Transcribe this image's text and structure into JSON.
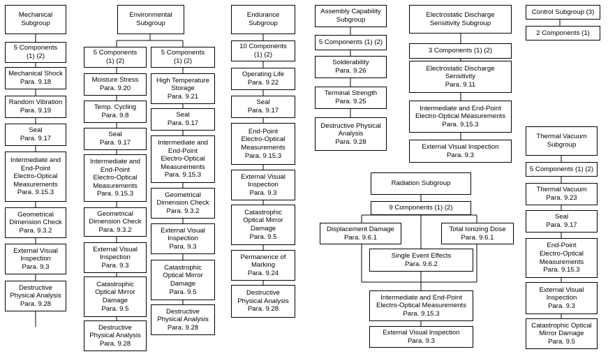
{
  "mechanical": {
    "header": "Mechanical\nSubgroup",
    "components": "5 Components\n(1) (2)",
    "tests": [
      "Mechanical Shock\nPara. 9.18",
      "Random Vibration\nPara. 9.19",
      "Seal\nPara. 9.17",
      "Intermediate and\nEnd-Point\nElectro-Optical\nMeasurements\nPara. 9.15.3",
      "Geometrical\nDimension Check\nPara. 9.3.2",
      "External Visual\nInspection\nPara. 9.3",
      "Destructive\nPhysical Analysis\nPara. 9.28"
    ]
  },
  "environmental": {
    "header": "Environmental\nSubgroup",
    "left": {
      "components": "5 Components\n(1) (2)",
      "tests": [
        "Moisture Stress\nPara. 9.20",
        "Temp. Cycling\nPara. 9.8",
        "Seal\nPara. 9.17",
        "Intermediate and\nEnd-Point\nElectro-Optical\nMeasurements\nPara. 9.15.3",
        "Geometrical\nDimension Check\nPara. 9.3.2",
        "External Visual\nInspection\nPara. 9.3",
        "Catastrophic\nOptical Mirror\nDamage\nPara. 9.5",
        "Destructive\nPhysical Analysis\nPara. 9.28"
      ]
    },
    "right": {
      "components": "5 Components\n(1) (2)",
      "tests": [
        "High Temperature\nStorage\nPara. 9.21",
        "Seal\nPara. 9.17",
        "Intermediate and\nEnd-Point\nElectro-Optical\nMeasurements\nPara. 9.15.3",
        "Geometrical\nDimension Check\nPara. 9.3.2",
        "External Visual\nInspection\nPara. 9.3",
        "Catastrophic\nOptical Mirror\nDamage\nPara. 9.5",
        "Destructive\nPhysical Analysis\nPara. 9.28"
      ]
    }
  },
  "endurance": {
    "header": "Endurance\nSubgroup",
    "components": "10 Components\n(1) (2)",
    "tests": [
      "Operating Life\nPara. 9.22",
      "Seal\nPara. 9.17",
      "End-Point\nElectro-Optical\nMeasurements\nPara. 9.15.3",
      "External Visual\nInspection\nPara. 9.3",
      "Catastrophic\nOptical Mirror\nDamage\nPara. 9.5",
      "Permanence of\nMarking\nPara. 9.24",
      "Destructive\nPhysical Analysis\nPara. 9.28"
    ]
  },
  "assembly": {
    "header": "Assembly Capability\nSubgroup",
    "components": "5 Components (1) (2)",
    "tests": [
      "Solderability\nPara. 9.26",
      "Terminal Strength\nPara. 9.25",
      "Destructive Physical\nAnalysis\nPara. 9.28"
    ]
  },
  "esd": {
    "header": "Electrostatic Discharge\nSensitivity Subgroup",
    "components": "3 Components (1) (2)",
    "tests": [
      "Electrostatic Discharge\nSensitivity\nPara. 9.11",
      "Intermediate and End-Point\nElectro-Optical Measurements\nPara. 9.15.3",
      "External Visual Inspection\nPara. 9.3"
    ]
  },
  "control": {
    "header": "Control Subgroup (3)",
    "components": "2 Components (1)"
  },
  "radiation": {
    "header": "Radiation Subgroup",
    "components": "9 Components (1) (2)",
    "displacement": "Displacement Damage\nPara. 9.6.1",
    "total_dose": "Total Ionizing Dose\nPara. 9.6.1",
    "single_event": "Single Event Effects\nPara. 9.6.2",
    "measurements": "Intermediate and End-Point\nElectro-Optical Measurements\nPara. 9.15.3",
    "visual": "External Visual Inspection\nPara. 9.3"
  },
  "thermal": {
    "header": "Thermal Vacuum\nSubgroup",
    "components": "5 Components (1) (2)",
    "tests": [
      "Thermal Vacuum\nPara. 9.23",
      "Seal\nPara. 9.17",
      "End-Point\nElectro-Optical\nMeasurements\nPara. 9.15.3",
      "External Visual\nInspection\nPara. 9.3",
      "Catastrophic Optical\nMirror Damage\nPara. 9.5"
    ]
  }
}
